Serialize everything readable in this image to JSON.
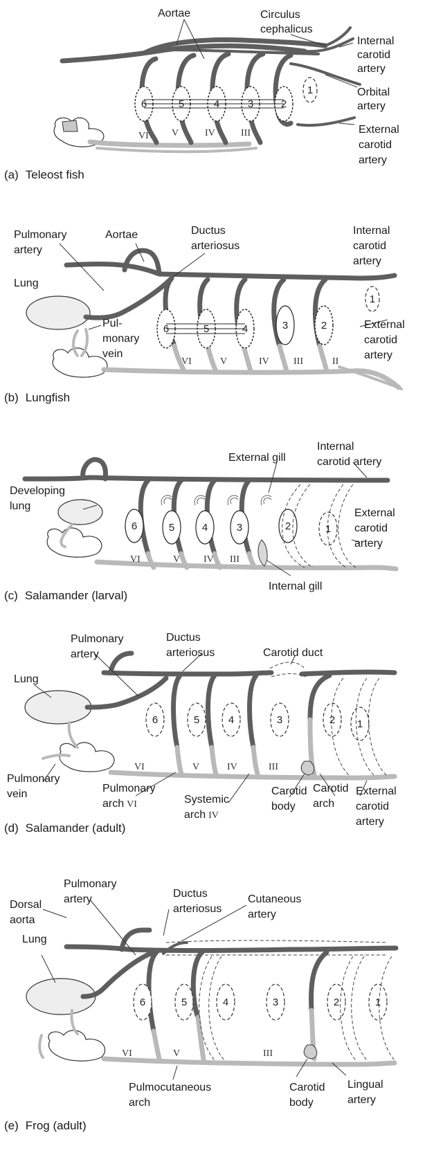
{
  "panels": {
    "a": {
      "caption_letter": "(a)",
      "caption": "Teleost fish",
      "labels": {
        "aortae": "Aortae",
        "circulus_1": "Circulus",
        "circulus_2": "cephalicus",
        "internal_1": "Internal",
        "internal_2": "carotid",
        "internal_3": "artery",
        "orbital_1": "Orbital",
        "orbital_2": "artery",
        "external_1": "External",
        "external_2": "carotid",
        "external_3": "artery"
      },
      "arch_numbers": [
        "6",
        "5",
        "4",
        "3",
        "2",
        "1"
      ],
      "arch_roman": [
        "VI",
        "V",
        "IV",
        "III"
      ]
    },
    "b": {
      "caption_letter": "(b)",
      "caption": "Lungfish",
      "labels": {
        "pulmonary_artery_1": "Pulmonary",
        "pulmonary_artery_2": "artery",
        "aortae": "Aortae",
        "ductus_1": "Ductus",
        "ductus_2": "arteriosus",
        "internal_1": "Internal",
        "internal_2": "carotid",
        "internal_3": "artery",
        "lung": "Lung",
        "pulvein_1": "Pul-",
        "pulvein_2": "monary",
        "pulvein_3": "vein",
        "external_1": "External",
        "external_2": "carotid",
        "external_3": "artery"
      },
      "arch_numbers": [
        "6",
        "5",
        "4",
        "3",
        "2",
        "1"
      ],
      "arch_roman": [
        "VI",
        "V",
        "IV",
        "III",
        "II"
      ]
    },
    "c": {
      "caption_letter": "(c)",
      "caption": "Salamander (larval)",
      "labels": {
        "internal_1": "Internal",
        "internal_2": "carotid artery",
        "external_gill": "External gill",
        "developing_1": "Developing",
        "developing_2": "lung",
        "external_1": "External",
        "external_2": "carotid",
        "external_3": "artery",
        "internal_gill": "Internal gill"
      },
      "arch_numbers": [
        "6",
        "5",
        "4",
        "3",
        "2",
        "1"
      ],
      "arch_roman": [
        "VI",
        "V",
        "IV",
        "III"
      ]
    },
    "d": {
      "caption_letter": "(d)",
      "caption": "Salamander (adult)",
      "labels": {
        "pulmonary_artery_1": "Pulmonary",
        "pulmonary_artery_2": "artery",
        "ductus_1": "Ductus",
        "ductus_2": "arteriosus",
        "carotid_duct": "Carotid duct",
        "lung": "Lung",
        "pulvein_1": "Pulmonary",
        "pulvein_2": "vein",
        "pularch_1": "Pulmonary",
        "pularch_2": "arch",
        "pularch_roman": "VI",
        "sysarch_1": "Systemic",
        "sysarch_2": "arch",
        "sysarch_roman": "IV",
        "carbody_1": "Carotid",
        "carbody_2": "body",
        "cararch_1": "Carotid",
        "cararch_2": "arch",
        "external_1": "External",
        "external_2": "carotid",
        "external_3": "artery"
      },
      "arch_numbers": [
        "6",
        "5",
        "4",
        "3",
        "2",
        "1"
      ],
      "arch_roman": [
        "VI",
        "V",
        "IV",
        "III"
      ]
    },
    "e": {
      "caption_letter": "(e)",
      "caption": "Frog (adult)",
      "labels": {
        "pulmonary_artery_1": "Pulmonary",
        "pulmonary_artery_2": "artery",
        "dorsal_1": "Dorsal",
        "dorsal_2": "aorta",
        "ductus_1": "Ductus",
        "ductus_2": "arteriosus",
        "cutaneous_1": "Cutaneous",
        "cutaneous_2": "artery",
        "lung": "Lung",
        "pulmocut_1": "Pulmocutaneous",
        "pulmocut_2": "arch",
        "carbody_1": "Carotid",
        "carbody_2": "body",
        "lingual_1": "Lingual",
        "lingual_2": "artery"
      },
      "arch_numbers": [
        "6",
        "5",
        "4",
        "3",
        "2",
        "1"
      ],
      "arch_roman": [
        "VI",
        "V",
        "III"
      ]
    }
  },
  "colors": {
    "vessel_dark": "#5e5e5e",
    "vessel_light": "#b9b9b9",
    "ink": "#1a1a1a"
  }
}
